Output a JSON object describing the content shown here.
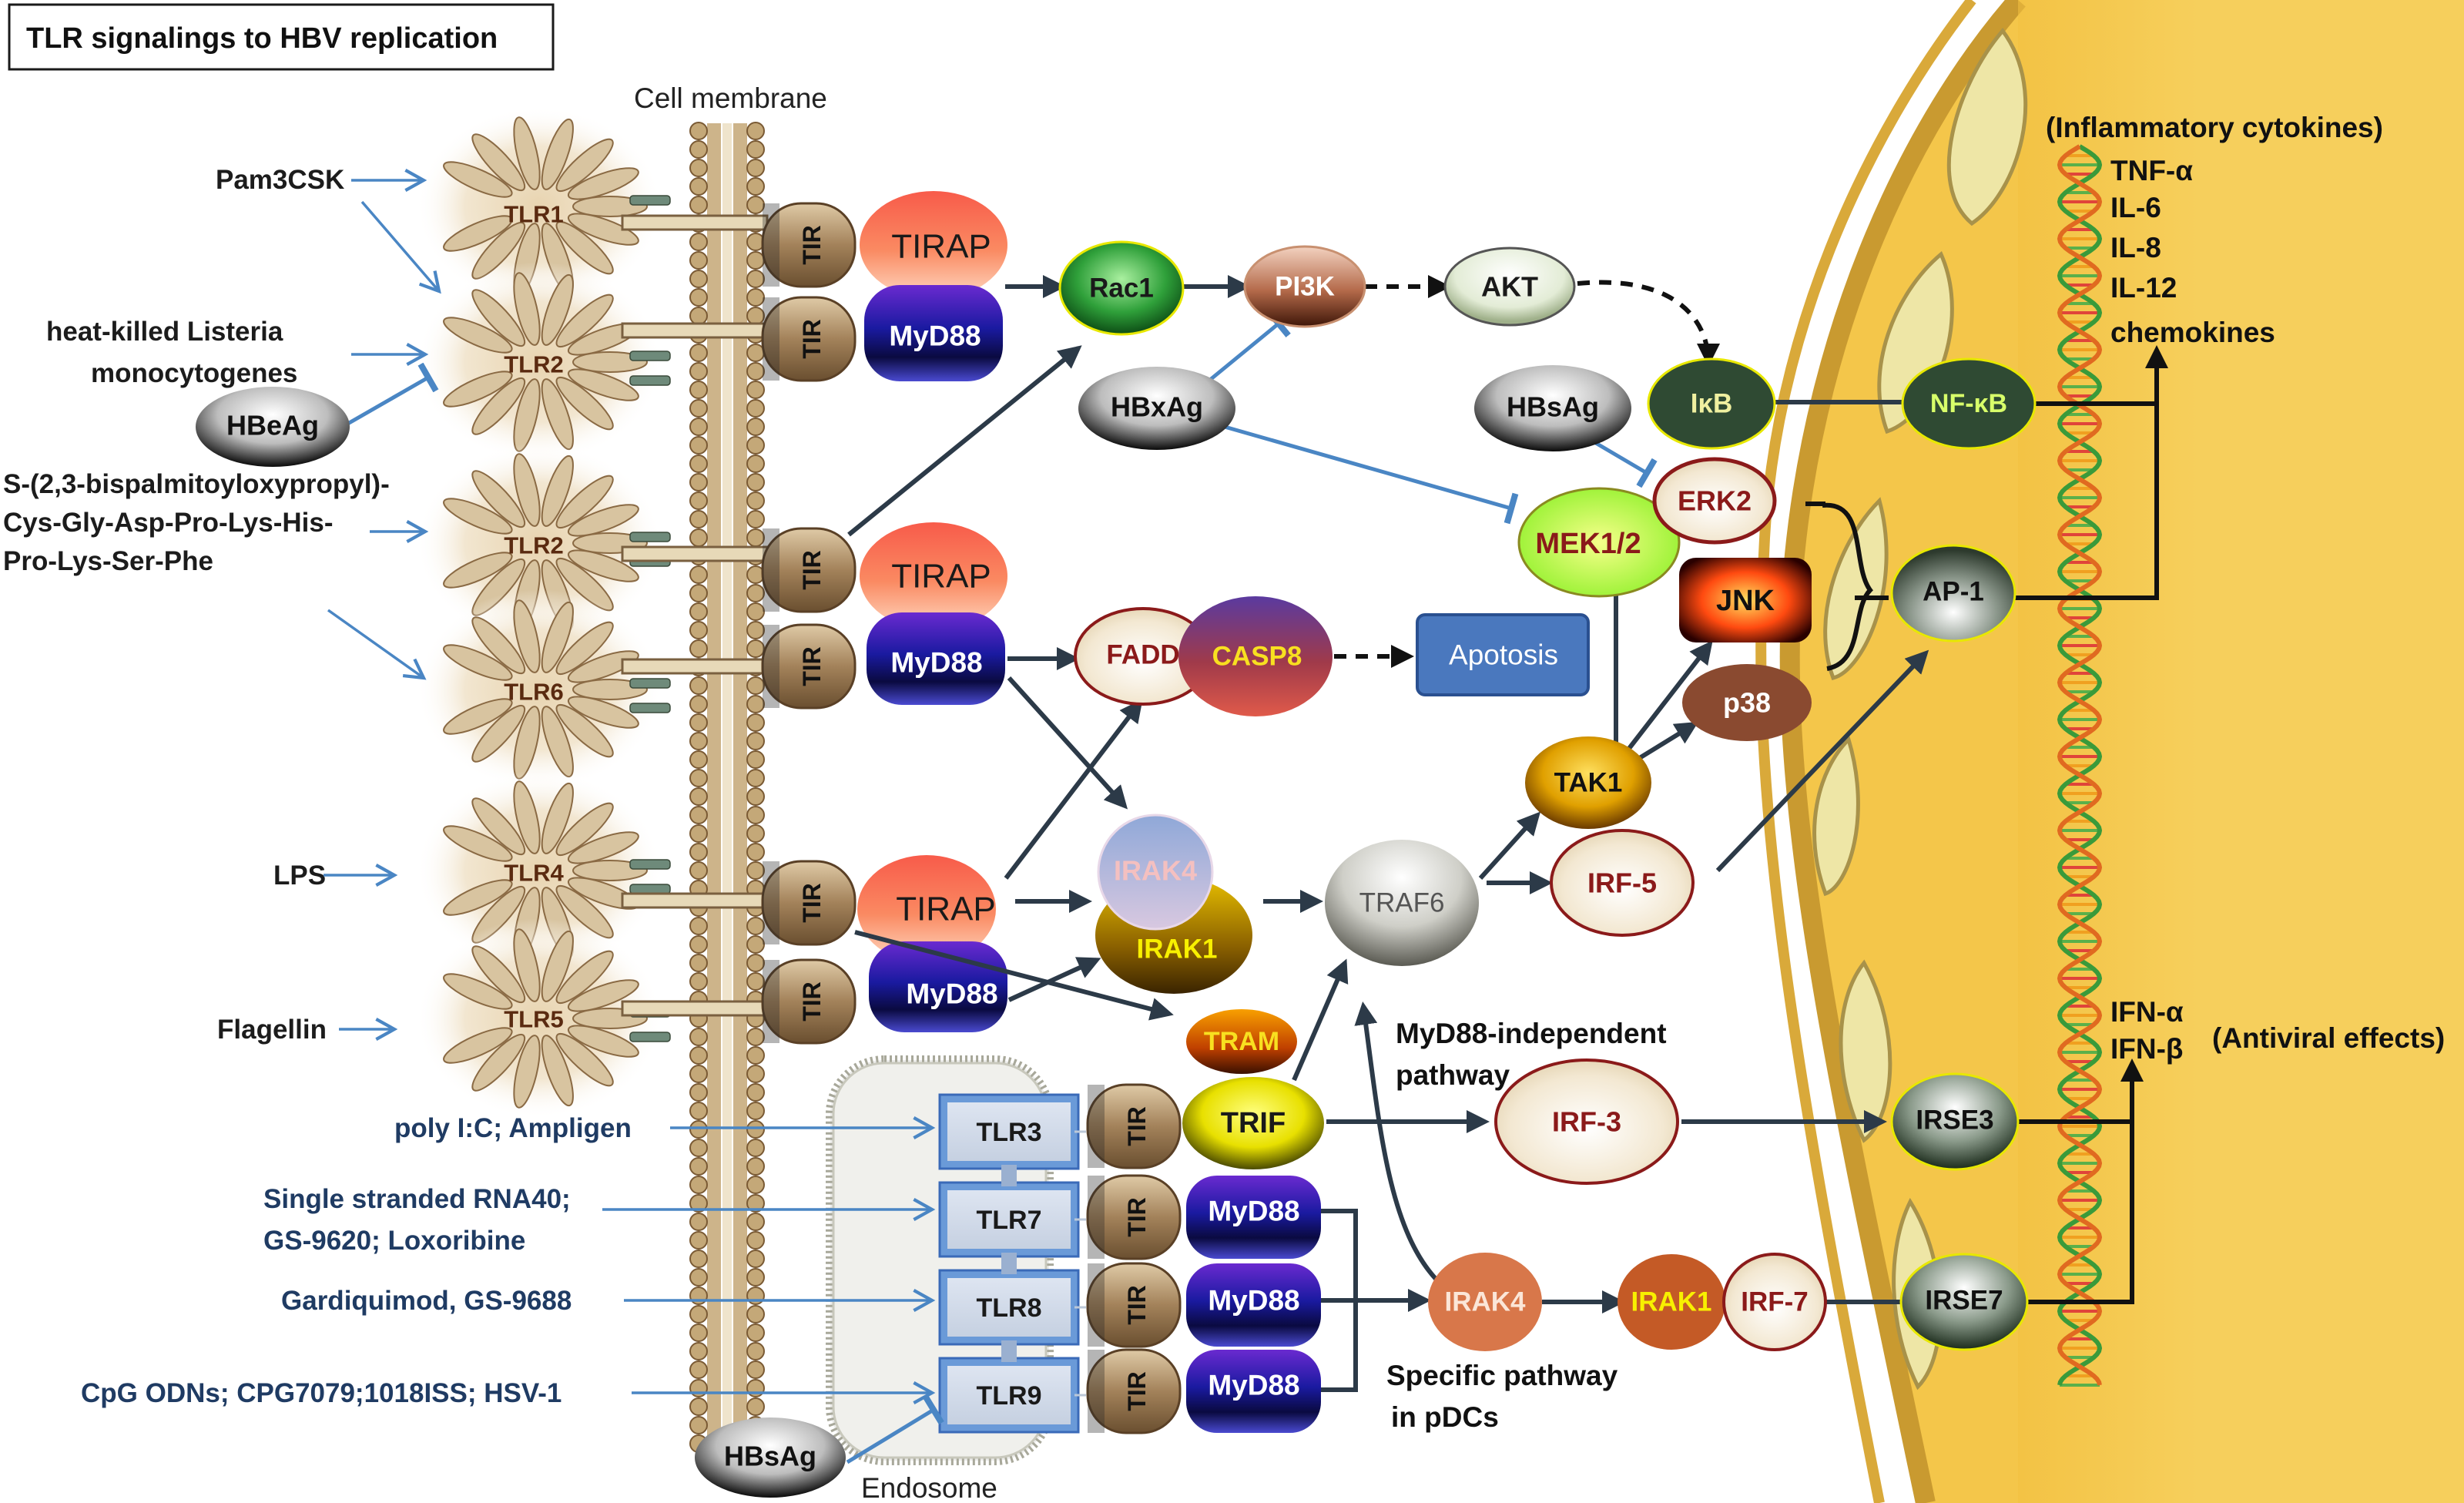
{
  "title": "TLR signalings to HBV replication",
  "labels": {
    "cell_membrane": "Cell membrane",
    "endosome": "Endosome",
    "myd88_independent": [
      "MyD88-independent",
      "pathway"
    ],
    "specific_pathway": [
      "Specific pathway",
      "in pDCs"
    ],
    "inflammatory": "(Inflammatory cytokines)",
    "antiviral": "(Antiviral effects)"
  },
  "ligands": {
    "pam3csk": "Pam3CSK",
    "listeria": [
      "heat-killed Listeria",
      "monocytogenes"
    ],
    "peptide": [
      "S-(2,3-bispalmitoyloxypropyl)-",
      "Cys-Gly-Asp-Pro-Lys-His-",
      "Pro-Lys-Ser-Phe"
    ],
    "lps": "LPS",
    "flagellin": "Flagellin",
    "tlr3": "poly I:C; Ampligen",
    "tlr7": [
      "Single stranded RNA40;",
      "GS-9620; Loxoribine"
    ],
    "tlr8": "Gardiquimod, GS-9688",
    "tlr9": "CpG ODNs; CPG7079;1018ISS; HSV-1"
  },
  "receptors": {
    "tlr1": "TLR1",
    "tlr2a": "TLR2",
    "tlr2b": "TLR2",
    "tlr6": "TLR6",
    "tlr4": "TLR4",
    "tlr5": "TLR5",
    "tlr3": "TLR3",
    "tlr7": "TLR7",
    "tlr8": "TLR8",
    "tlr9": "TLR9"
  },
  "adaptors": {
    "tir": "TIR",
    "tirap": "TIRAP",
    "myd88": "MyD88",
    "tram": "TRAM",
    "trif": "TRIF"
  },
  "molecules": {
    "rac1": "Rac1",
    "pi3k": "PI3K",
    "akt": "AKT",
    "ikb": "IκB",
    "nfkb": "NF-κB",
    "hbeag": "HBeAg",
    "hbxag": "HBxAg",
    "hbsag": "HBsAg",
    "mek": "MEK1/2",
    "erk2": "ERK2",
    "jnk": "JNK",
    "p38": "p38",
    "ap1": "AP-1",
    "fadd": "FADD",
    "casp8": "CASP8",
    "apoptosis": "Apotosis",
    "irak4": "IRAK4",
    "irak1": "IRAK1",
    "traf6": "TRAF6",
    "tak1": "TAK1",
    "irf5": "IRF-5",
    "irf3": "IRF-3",
    "irf7": "IRF-7",
    "irse3": "IRSE3",
    "irse7": "IRSE7"
  },
  "cytokines": [
    "TNF-α",
    "IL-6",
    "IL-8",
    "IL-12",
    "chemokines"
  ],
  "interferons": [
    "IFN-α",
    "IFN-β"
  ],
  "colors": {
    "tlr_body": "#d8c4a0",
    "tir": "#9a7a52",
    "tirap": "#f87050",
    "myd88": "#1a1aa0",
    "arrow": "#2c3a48",
    "ligand_arrow": "#4a86c4",
    "nucleus": "#f5c94a",
    "dark_green": "#2f4a33",
    "irf": "#f4ead8",
    "irf_border": "#8b1a1a"
  }
}
